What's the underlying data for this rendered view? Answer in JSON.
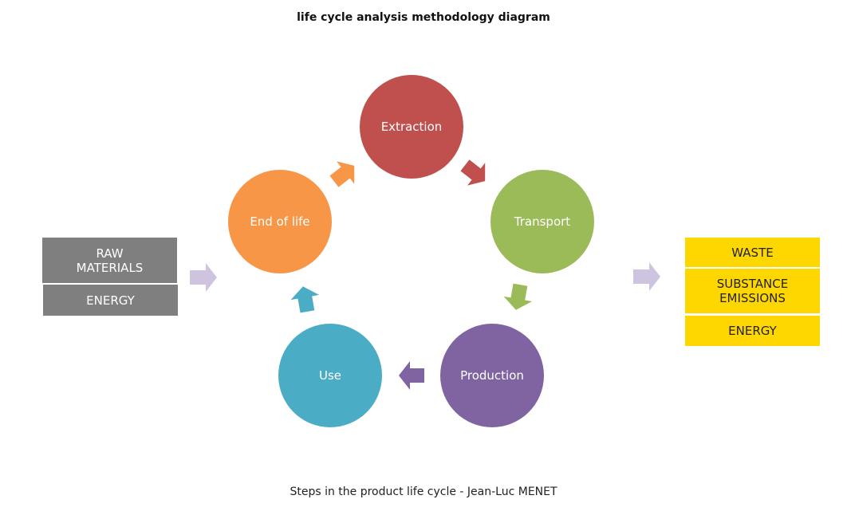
{
  "title": "life cycle analysis methodology diagram",
  "caption": "Steps in the product life cycle - Jean-Luc MENET",
  "colors": {
    "extraction": "#c0504d",
    "transport": "#9bbb59",
    "production": "#8064a2",
    "use": "#4bacc6",
    "end_of_life": "#f79646",
    "inputs_box": "#7f7f7f",
    "outputs_box": "#ffd700",
    "flow_arrow": "#cfc4e0"
  },
  "cycle": {
    "extraction": "Extraction",
    "transport": "Transport",
    "production": "Production",
    "use": "Use",
    "end_of_life": "End of life"
  },
  "inputs": {
    "raw_materials": "RAW\nMATERIALS",
    "energy": "ENERGY"
  },
  "outputs": {
    "waste": "WASTE",
    "substance_emissions": "SUBSTANCE\nEMISSIONS",
    "energy": "ENERGY"
  }
}
